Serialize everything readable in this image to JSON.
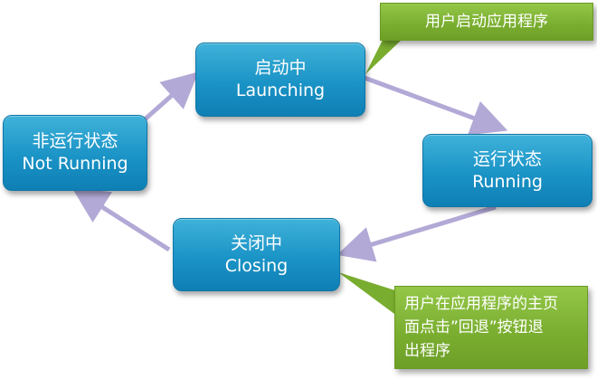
{
  "states": {
    "launching": {
      "cn": "启动中",
      "en": "Launching"
    },
    "running": {
      "cn": "运行状态",
      "en": "Running"
    },
    "closing": {
      "cn": "关闭中",
      "en": "Closing"
    },
    "not_running": {
      "cn": "非运行状态",
      "en": "Not Running"
    }
  },
  "callouts": {
    "launch_note": "用户启动应用程序",
    "close_note_line1": "用户在应用程序的主页",
    "close_note_line2": "面点击”回退”按钮退",
    "close_note_line3": "出程序"
  },
  "colors": {
    "state_fill": "#1a93c6",
    "note_fill": "#79ad2f",
    "arrow": "#b3a9d6"
  }
}
